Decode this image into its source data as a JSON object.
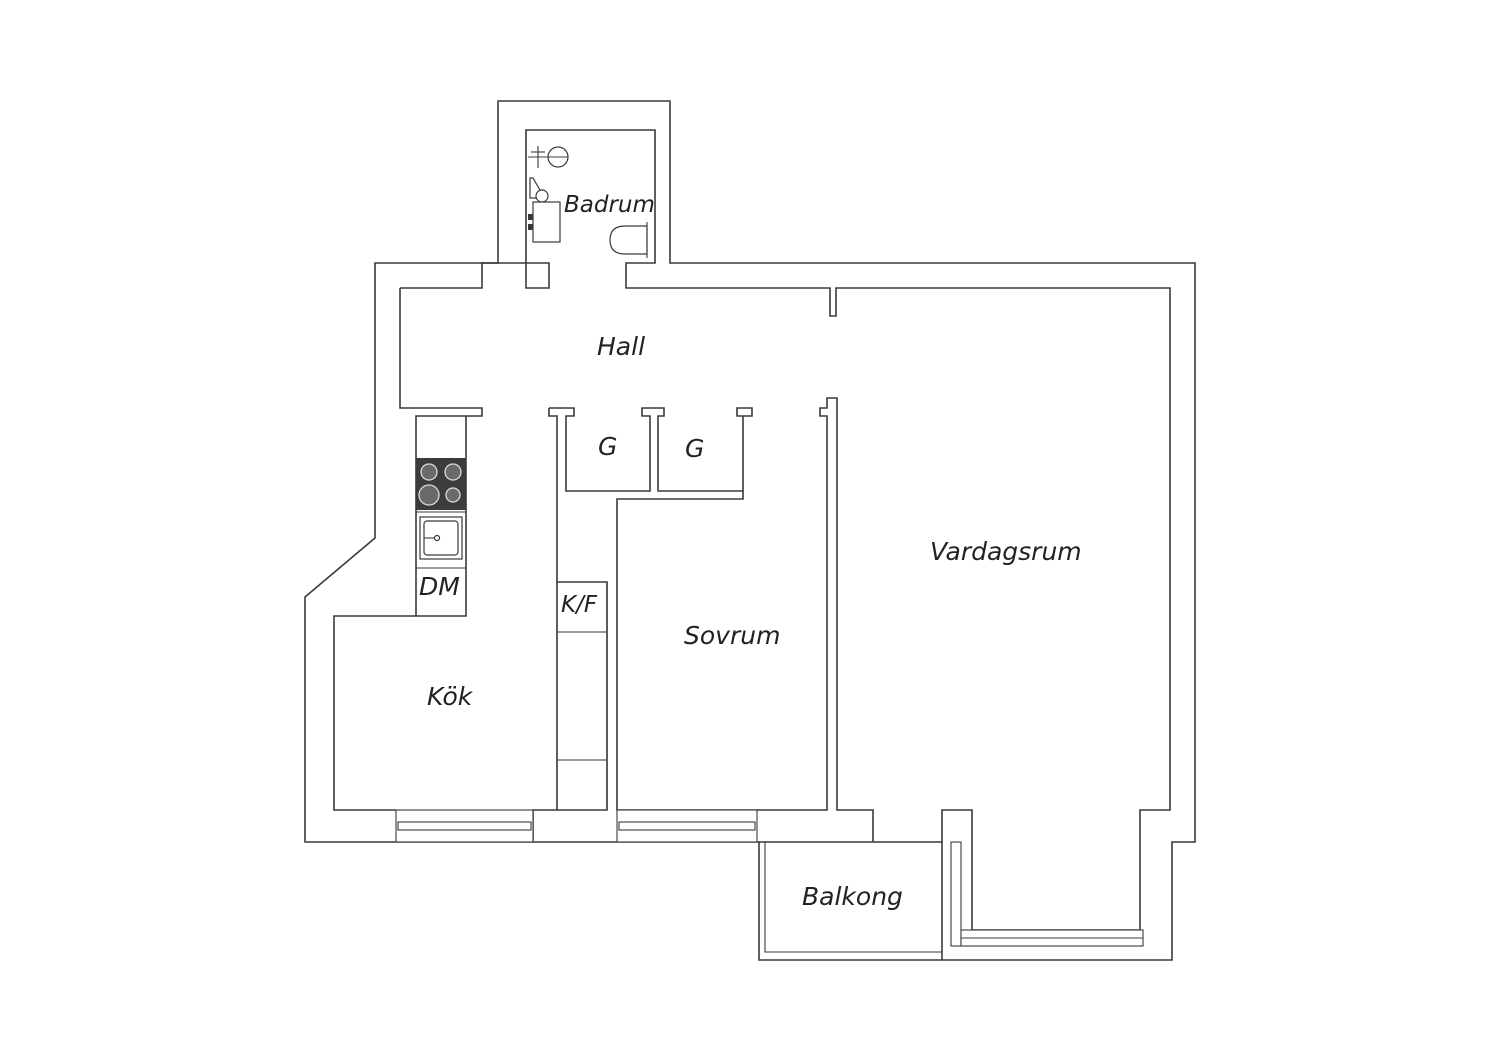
{
  "rooms": {
    "bathroom": "Badrum",
    "hall": "Hall",
    "closet_1": "G",
    "closet_2": "G",
    "living_room": "Vardagsrum",
    "dishwasher": "DM",
    "fridge_freezer": "K/F",
    "bedroom": "Sovrum",
    "kitchen": "Kök",
    "balcony": "Balkong"
  },
  "colors": {
    "line": "#3a3a3a",
    "stove": "#3c3c3c",
    "background": "#ffffff"
  }
}
